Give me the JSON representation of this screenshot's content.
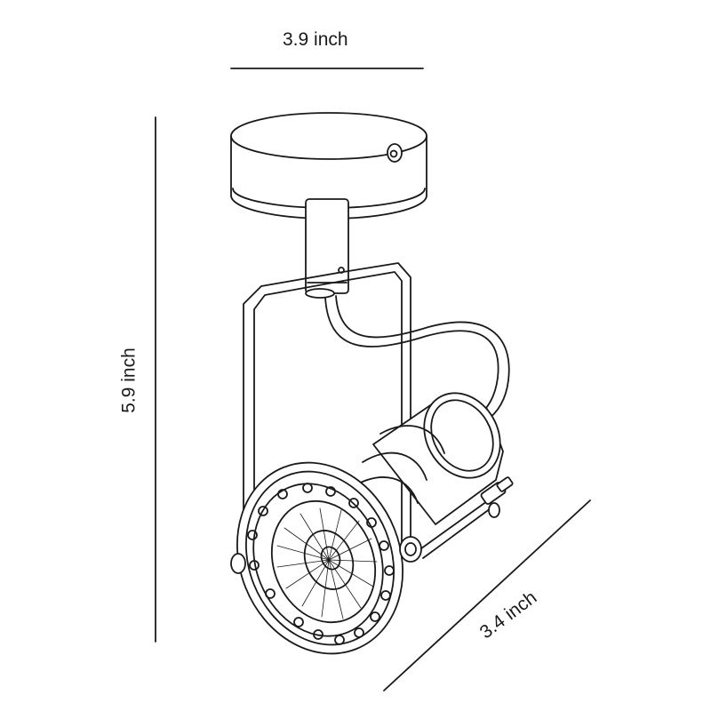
{
  "dimensions": {
    "width": {
      "label": "3.9 inch"
    },
    "height": {
      "label": "5.9 inch"
    },
    "depth": {
      "label": "3.4 inch"
    }
  },
  "colors": {
    "stroke": "#1a1a1a",
    "fill": "#ffffff"
  }
}
